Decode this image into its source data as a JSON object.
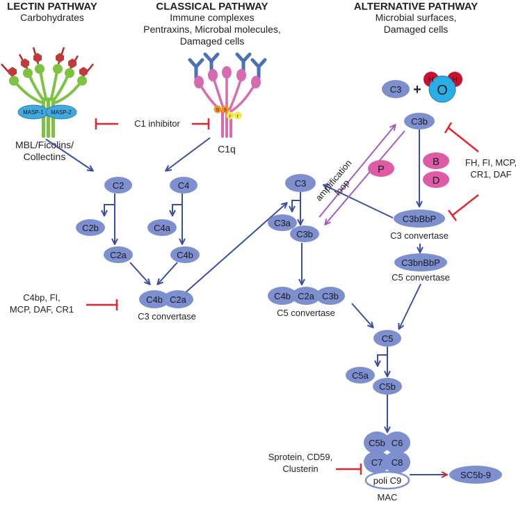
{
  "headers": {
    "lectin_title": "LECTIN PATHWAY",
    "lectin_sub": "Carbohydrates",
    "classical_title": "CLASSICAL PATHWAY",
    "classical_sub_1": "Immune complexes",
    "classical_sub_2": "Pentraxins, Microbal molecules,",
    "classical_sub_3": "Damaged cells",
    "alternative_title": "ALTERNATIVE PATHWAY",
    "alternative_sub_1": "Microbial surfaces,",
    "alternative_sub_2": "Damaged cells"
  },
  "lectin": {
    "masp1": "MASP-1",
    "masp2": "MASP-2",
    "label_1": "MBL/Ficolins/",
    "label_2": "Collectins"
  },
  "classical": {
    "c1q": "C1q",
    "s1": "S",
    "s2": "S",
    "r1": "r",
    "r2": "r",
    "c1_inhibitor": "C1 inhibitor"
  },
  "nodes": {
    "c2": "C2",
    "c4": "C4",
    "c2b": "C2b",
    "c4a": "C4a",
    "c2a": "C2a",
    "c4b": "C4b",
    "conv_c4b": "C4b",
    "conv_c2a": "C2a",
    "c3_center": "C3",
    "c3a": "C3a",
    "c3b_center": "C3b",
    "c5_c4b": "C4b",
    "c5_c2a": "C2a",
    "c5_c3b": "C3b",
    "c3_alt": "C3",
    "plus": "+",
    "water_o": "O",
    "water_h1": "H",
    "water_h2": "H",
    "c3b_alt": "C3b",
    "factor_p": "P",
    "factor_b": "B",
    "factor_d": "D",
    "c3bbbp": "C3bBbP",
    "c3bnbbp": "C3bnBbP",
    "c5": "C5",
    "c5a": "C5a",
    "c5b": "C5b",
    "mac_c5b": "C5b",
    "mac_c6": "C6",
    "mac_c7": "C7",
    "mac_c8": "C8",
    "poli_c9": "poli C9",
    "sc5b9": "SC5b-9"
  },
  "labels": {
    "c3_convertase_left": "C3 convertase",
    "c5_convertase_center": "C5 convertase",
    "c3_convertase_right": "C3 convertase",
    "c5_convertase_right": "C5 convertase",
    "mac": "MAC",
    "amplification_1": "amplification",
    "amplification_2": "loop"
  },
  "inhibitors": {
    "left_1": "C4bp, FI,",
    "left_2": "MCP, DAF, CR1",
    "right_1": "FH, FI, MCP,",
    "right_2": "CR1, DAF",
    "bottom_1": "Sprotein, CD59,",
    "bottom_2": "Clusterin"
  },
  "colors": {
    "node_fill": "#7d8fcf",
    "arrow": "#3a4fa3",
    "inhibit": "#e5242b",
    "amplification": "#a25ac4",
    "factor": "#e05ba6",
    "water_o": "#29aee5",
    "water_h": "#c8102e",
    "lectin_green": "#7dc242",
    "lectin_stalk": "#b52a2a",
    "lectin_hex": "#c13a3a",
    "masp": "#3fa9e0",
    "c1q_pink": "#d86bb0",
    "c1q_blue": "#4a72b8",
    "c1s": "#f7941d",
    "c1r": "#f2e84c"
  }
}
